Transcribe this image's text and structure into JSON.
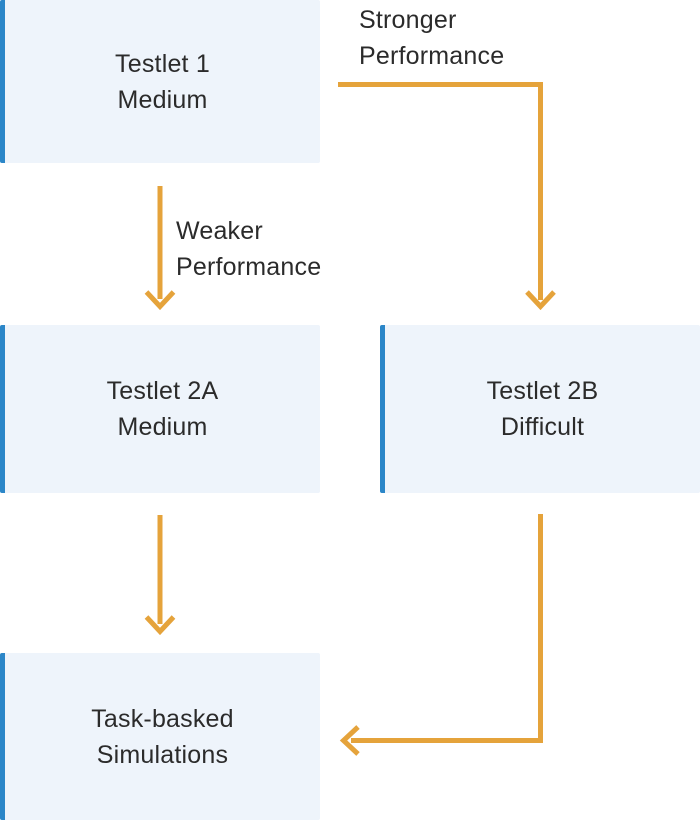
{
  "boxes": {
    "testlet1": {
      "line1": "Testlet 1",
      "line2": "Medium"
    },
    "testlet2a": {
      "line1": "Testlet 2A",
      "line2": "Medium"
    },
    "testlet2b": {
      "line1": "Testlet 2B",
      "line2": "Difficult"
    },
    "simulations": {
      "line1": "Task-basked",
      "line2": "Simulations"
    }
  },
  "labels": {
    "stronger": {
      "line1": "Stronger",
      "line2": "Performance"
    },
    "weaker": {
      "line1": "Weaker",
      "line2": "Performance"
    }
  },
  "colors": {
    "background": "#FFFFFF",
    "accent_blue": "#2B86C8",
    "box_fill": "#EEF4FB",
    "arrow_orange": "#E5A33B",
    "text": "#2B2B2B"
  }
}
